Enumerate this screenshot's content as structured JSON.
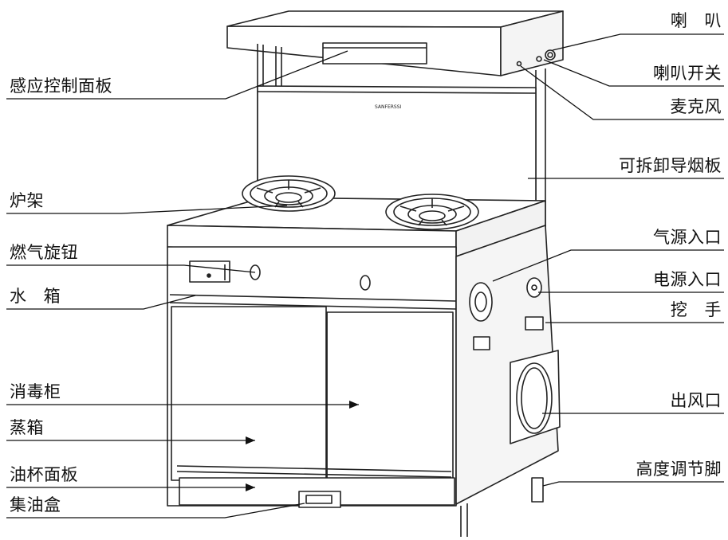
{
  "brand_text": "SANFERSSI",
  "labels": {
    "left": {
      "control_panel": "感应控制面板",
      "pot_rack": "炉架",
      "gas_knob": "燃气旋钮",
      "water_tank": "水  箱",
      "sterilizer": "消毒柜",
      "steam_box": "蒸箱",
      "oil_cup_panel": "油杯面板",
      "oil_box": "集油盒"
    },
    "right": {
      "speaker": "喇  叭",
      "speaker_switch": "喇叭开关",
      "microphone": "麦克风",
      "smoke_board": "可拆卸导烟板",
      "gas_inlet": "气源入口",
      "power_inlet": "电源入口",
      "handle": "挖  手",
      "air_outlet": "出风口",
      "leveling_foot": "高度调节脚"
    }
  }
}
